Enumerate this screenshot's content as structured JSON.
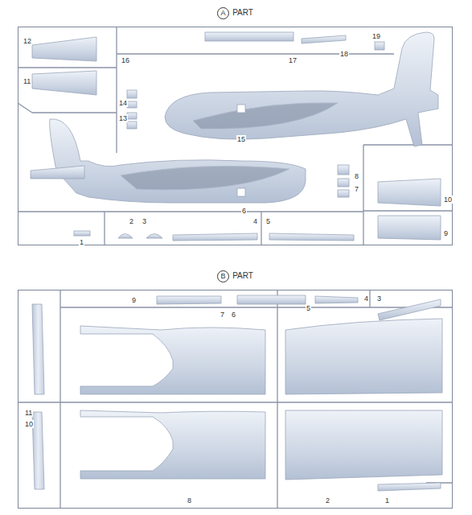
{
  "diagram": {
    "nodes": [
      {
        "text": [
          "A",
          "PART"
        ]
      },
      {
        "text": [
          "B",
          "PART"
        ]
      }
    ],
    "labels": [
      "12",
      "11",
      "16",
      "17",
      "18",
      "19",
      "14",
      "13",
      "15",
      "8",
      "7",
      "10",
      "9",
      "6",
      "2",
      "3",
      "1",
      "4",
      "5",
      "9",
      "7",
      "6",
      "5",
      "4",
      "3",
      "11",
      "10",
      "8",
      "2",
      "1"
    ]
  }
}
